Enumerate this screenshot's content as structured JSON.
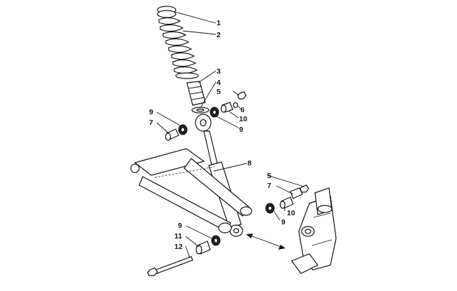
{
  "diagram": {
    "callouts": [
      {
        "id": "c1",
        "label": "1"
      },
      {
        "id": "c2",
        "label": "2"
      },
      {
        "id": "c3",
        "label": "3"
      },
      {
        "id": "c4",
        "label": "4"
      },
      {
        "id": "c5a",
        "label": "5"
      },
      {
        "id": "c6",
        "label": "6"
      },
      {
        "id": "c10a",
        "label": "10"
      },
      {
        "id": "c9a",
        "label": "9"
      },
      {
        "id": "c9b",
        "label": "9"
      },
      {
        "id": "c7a",
        "label": "7"
      },
      {
        "id": "c8",
        "label": "8"
      },
      {
        "id": "c5b",
        "label": "5"
      },
      {
        "id": "c7b",
        "label": "7"
      },
      {
        "id": "c10b",
        "label": "10"
      },
      {
        "id": "c9c",
        "label": "9"
      },
      {
        "id": "c9d",
        "label": "9"
      },
      {
        "id": "c11",
        "label": "11"
      },
      {
        "id": "c12",
        "label": "12"
      }
    ]
  }
}
